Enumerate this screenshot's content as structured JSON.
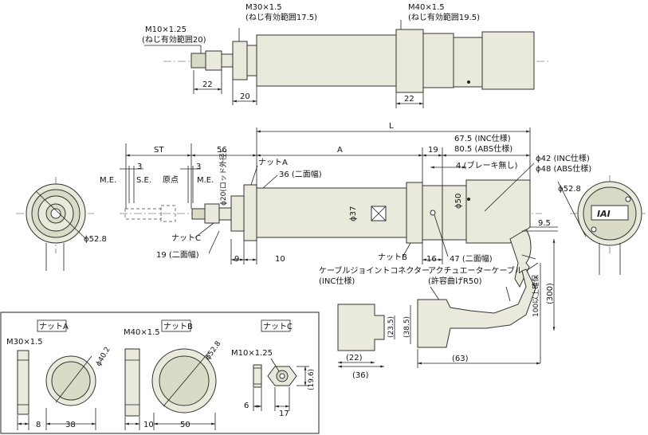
{
  "top": {
    "m10_label": "M10×1.25",
    "m10_note": "(ねじ有効範囲20)",
    "m30_label": "M30×1.5",
    "m30_note": "(ねじ有効範囲17.5)",
    "m40_label": "M40×1.5",
    "m40_note": "(ねじ有効範囲19.5)",
    "dim_22a": "22",
    "dim_20": "20",
    "dim_22b": "22"
  },
  "middle": {
    "L": "L",
    "ST": "ST",
    "dim_56": "56",
    "A": "A",
    "dim_19": "19",
    "inc_675": "67.5 (INC仕様)",
    "abs_805": "80.5 (ABS仕様)",
    "me_left": "M.E.",
    "se": "S.E.",
    "origin": "原点",
    "me_right": "M.E.",
    "dim_3a": "3",
    "dim_3b": "3",
    "nut_a": "ナットA",
    "width36": "36 (二面幅)",
    "rod_od": "ϕ20(ロッド外径)",
    "phi37": "ϕ37",
    "phi50": "ϕ50",
    "brake": "4 (ブレーキ無し)",
    "phi42": "ϕ42 (INC仕様)",
    "phi48": "ϕ48 (ABS仕様)",
    "phi528_right": "ϕ52.8",
    "phi528_left": "ϕ52.8",
    "dim_95": "9.5",
    "nut_c": "ナットC",
    "width19": "19 (二面幅)",
    "dim_9": "9",
    "dim_10": "10",
    "nut_b": "ナットB",
    "dim_16": "16",
    "width47": "47 (二面幅)"
  },
  "cable": {
    "connector1": "ケーブルジョイントコネクター",
    "connector2": "(INC仕様)",
    "actuator1": "アクチュエーターケーブル",
    "actuator2": "(許容曲げR50)",
    "min100": "100以上確保",
    "dim_300": "(300)",
    "dim_235": "(23.5)",
    "dim_385": "(38.5)",
    "dim_22": "(22)",
    "dim_36": "(36)",
    "dim_63": "(63)"
  },
  "nuts": {
    "nut_a": "ナットA",
    "nut_b": "ナットB",
    "nut_c": "ナットC",
    "a_thread": "M30×1.5",
    "b_thread": "M40×1.5",
    "c_thread": "M10×1.25",
    "a_phi": "ϕ40.2",
    "b_phi": "ϕ52.8",
    "a_dim8": "8",
    "a_dim38": "38",
    "b_dim10": "10",
    "b_dim50": "50",
    "c_dim6": "6",
    "c_dim17": "17",
    "c_dim196": "(19.6)"
  }
}
